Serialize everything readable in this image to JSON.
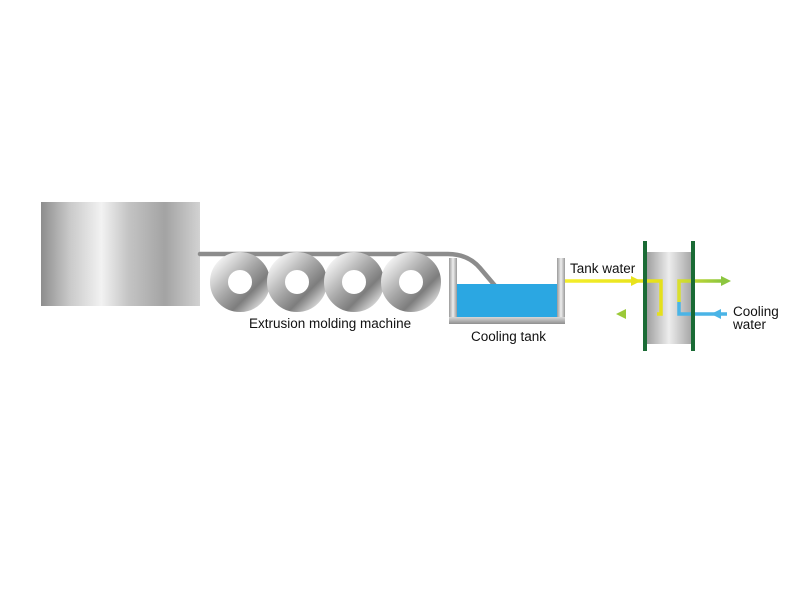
{
  "labels": {
    "extruder": "Extrusion molding machine",
    "cooling_tank": "Cooling tank",
    "tank_water": "Tank water",
    "cooling_water_line1": "Cooling",
    "cooling_water_line2": "water"
  },
  "colors": {
    "tank_water": "#2ba7e2",
    "hot_line": "#f0e61e",
    "return_line": "#a6cf3a",
    "cooling_line": "#4ab4e6",
    "exchanger_frame": "#1a6b35",
    "product_line": "#8c8c8c"
  },
  "icons": {
    "extruder_body": "metal-block",
    "rollers": "ring-roller",
    "heat_exchanger": "plate-exchanger"
  }
}
